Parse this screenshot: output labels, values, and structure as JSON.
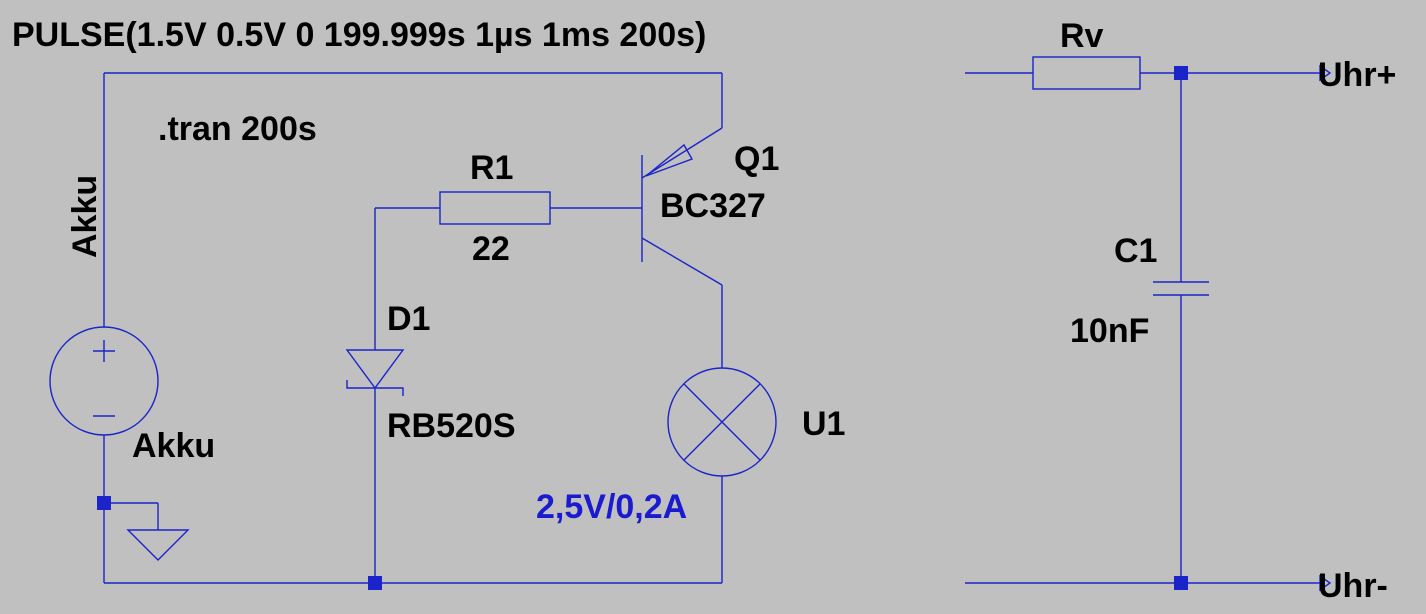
{
  "labels": {
    "pulse_directive": "PULSE(1.5V 0.5V 0 199.999s 1µs 1ms 200s)",
    "tran_directive": ".tran 200s",
    "net_akku": "Akku",
    "source_name": "Akku",
    "r1_name": "R1",
    "r1_value": "22",
    "q1_name": "Q1",
    "q1_model": "BC327",
    "d1_name": "D1",
    "d1_model": "RB520S",
    "u1_name": "U1",
    "u1_value": "2,5V/0,2A",
    "rv_name": "Rv",
    "c1_name": "C1",
    "c1_value": "10nF",
    "port_plus": "Uhr+",
    "port_minus": "Uhr-"
  },
  "colors": {
    "background": "#c0c0c0",
    "wire": "#1a24c8",
    "text": "#000000",
    "value_text": "#1a1ad0"
  }
}
